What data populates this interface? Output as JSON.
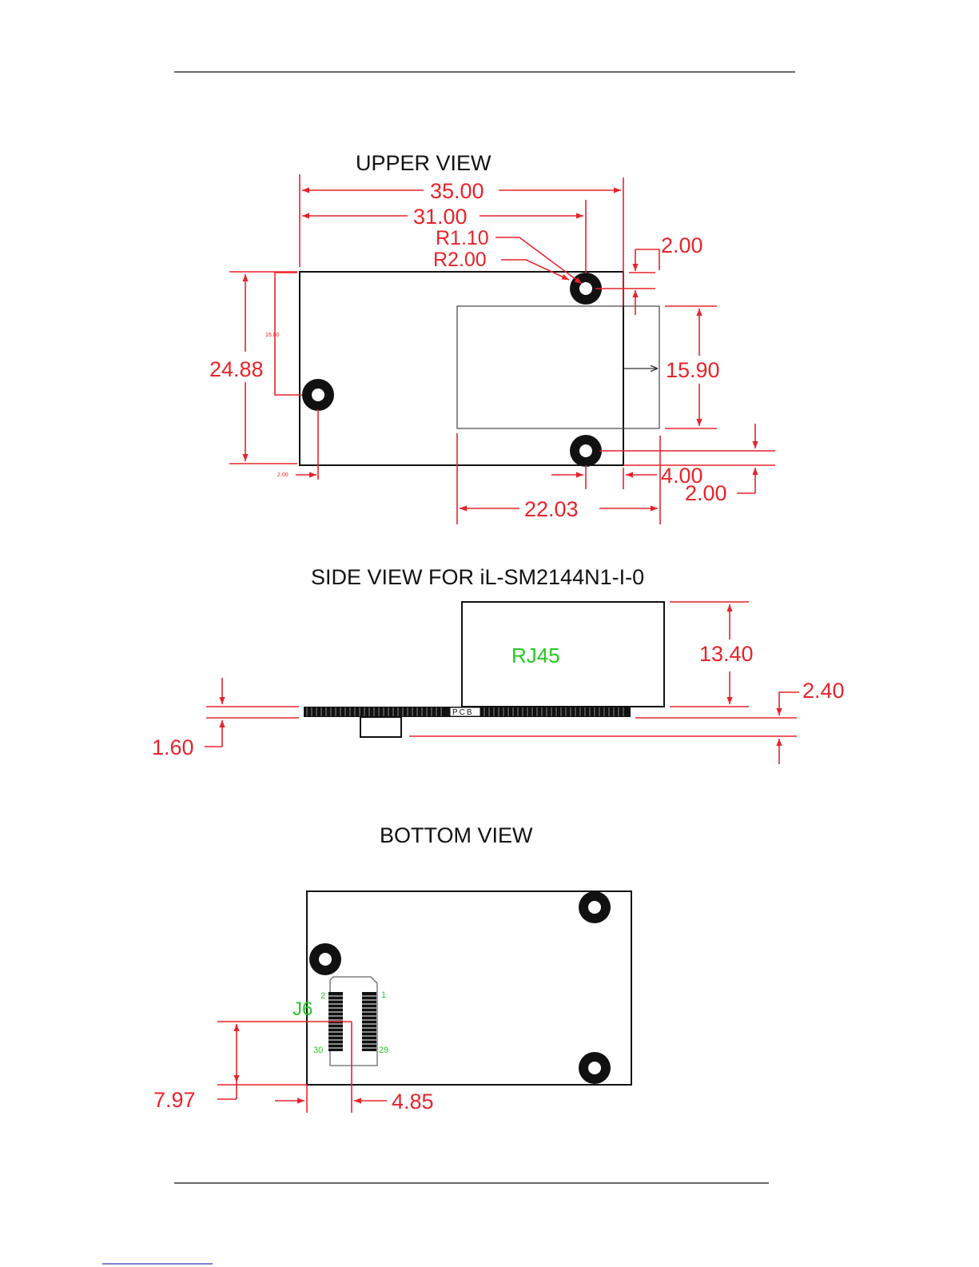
{
  "views": {
    "upper_title": "UPPER VIEW",
    "side_title": "SIDE VIEW FOR iL-SM2144N1-I-0",
    "bottom_title": "BOTTOM VIEW"
  },
  "upper_dims": {
    "d35": "35.00",
    "d31": "31.00",
    "r110": "R1.10",
    "r200": "R2.00",
    "d200_top": "2.00",
    "d2488": "24.88",
    "d1590": "15.90",
    "d1600_small": "16.00",
    "d200_small": "2.00",
    "d400": "4.00",
    "d200_bottom": "2.00",
    "d2203": "22.03"
  },
  "side_dims": {
    "rj45": "RJ45",
    "pcb": "PCB",
    "d1340": "13.40",
    "d240": "2.40",
    "d160": "1.60"
  },
  "bottom_dims": {
    "j6": "J6",
    "pin2": "2",
    "pin1": "1",
    "pin30": "30",
    "pin29": "29",
    "d797": "7.97",
    "d485": "4.85"
  },
  "colors": {
    "dimension": "#e8232b",
    "label_green": "#22cc22"
  }
}
